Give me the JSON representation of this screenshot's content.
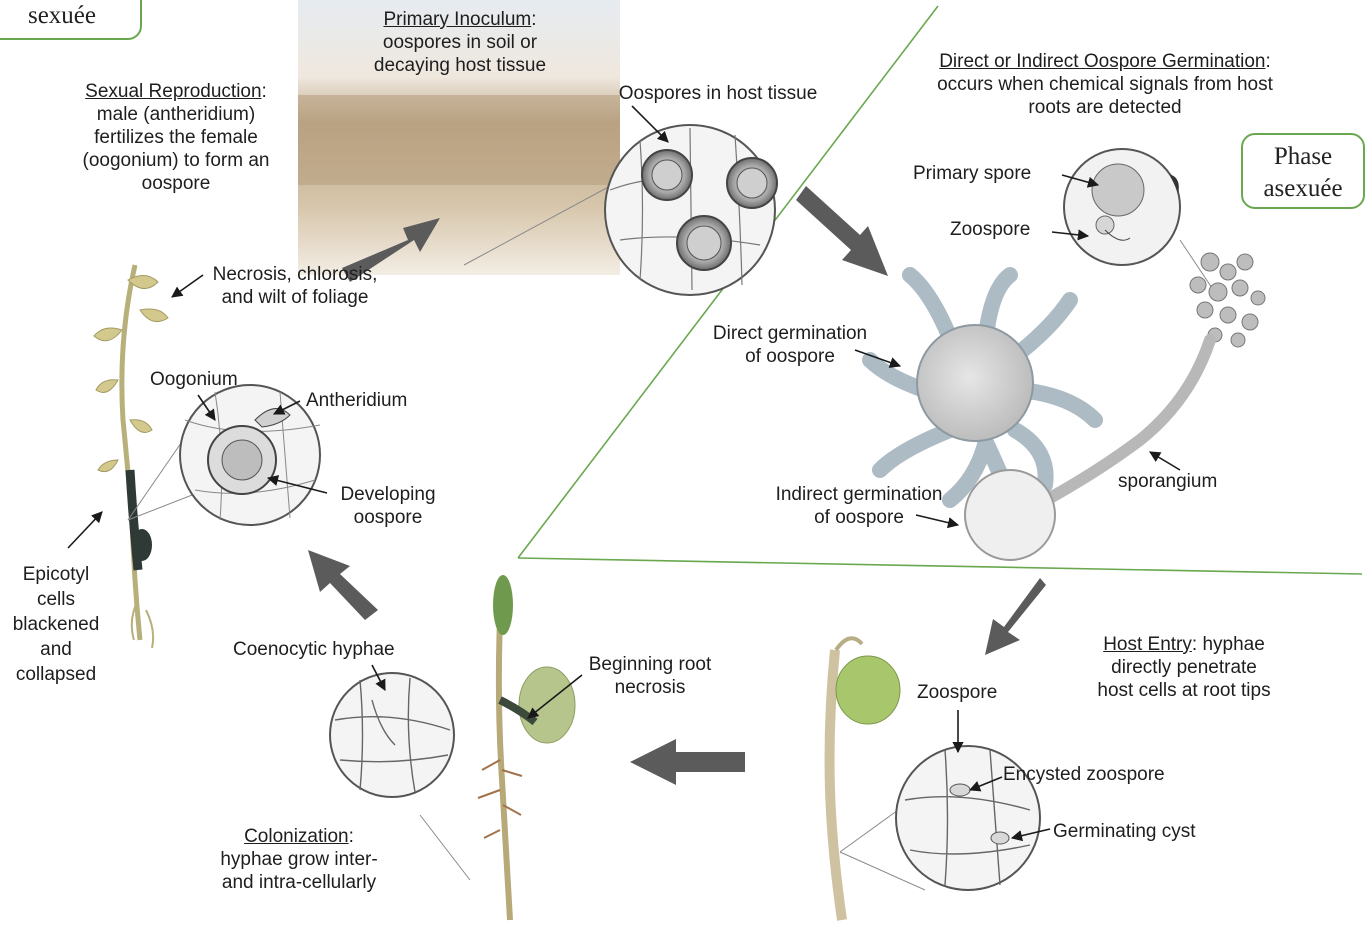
{
  "phase_labels": {
    "sexual_fragment": "sexuée",
    "asexual_line1": "Phase",
    "asexual_line2": "asexuée"
  },
  "primary_inoculum": {
    "heading": "Primary Inoculum",
    "line1": "oospores in soil or",
    "line2": "decaying host tissue",
    "detail": "Oospores in host tissue"
  },
  "sexual_reproduction": {
    "heading": "Sexual Reproduction",
    "line1": "male (antheridium)",
    "line2": "fertilizes the female",
    "line3": "(oogonium) to form an",
    "line4": "oospore"
  },
  "germination": {
    "heading": "Direct or Indirect Oospore Germination",
    "line1": "occurs when chemical signals from host",
    "line2": "roots are detected",
    "primary_spore": "Primary spore",
    "zoospore": "Zoospore",
    "direct_1": "Direct germination",
    "direct_2": "of oospore",
    "indirect_1": "Indirect germination",
    "indirect_2": "of oospore",
    "sporangium": "sporangium"
  },
  "symptoms": {
    "foliage_1": "Necrosis, chlorosis,",
    "foliage_2": "and wilt of foliage",
    "oogonium": "Oogonium",
    "antheridium": "Antheridium",
    "developing_1": "Developing",
    "developing_2": "oospore",
    "epicotyl": [
      "Epicotyl",
      "cells",
      "blackened",
      "and",
      "collapsed"
    ]
  },
  "colonization": {
    "hyphae": "Coenocytic hyphae",
    "root_1": "Beginning root",
    "root_2": "necrosis",
    "heading": "Colonization",
    "line1": "hyphae grow inter-",
    "line2": "and intra-cellularly"
  },
  "host_entry": {
    "heading": "Host Entry",
    "line1_rest": "hyphae",
    "line2": "directly penetrate",
    "line3": "host cells at root tips",
    "zoospore": "Zoospore",
    "encysted": "Encysted zoospore",
    "germinating": "Germinating cyst"
  },
  "colors": {
    "arrow": "#5b5b5b",
    "divider": "#6aa84f",
    "soil_dark": "#9c8465",
    "soil_light": "#e8dfcf",
    "sky": "#dfe6ee",
    "leaf": "#8bbf4f",
    "seed": "#a8c66c",
    "stem": "#c9b98a"
  }
}
